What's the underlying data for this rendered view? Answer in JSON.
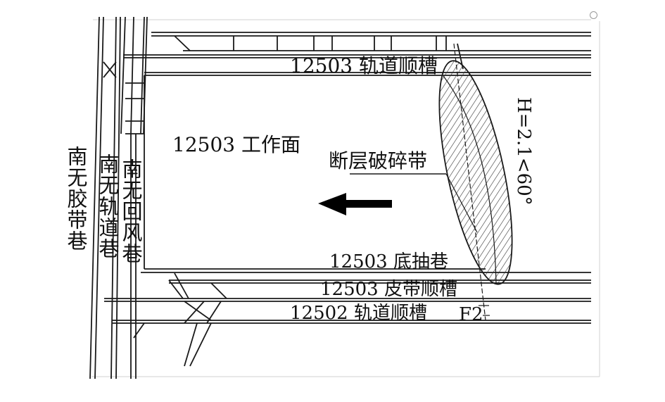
{
  "labels": {
    "track_trough": "12503 轨道顺槽",
    "working_face": "12503 工作面",
    "fault_zone": "断层破碎带",
    "fault_angle": "H=2.1<60°",
    "bottom_roadway": "12503 底抽巷",
    "belt_trough": "12503 皮带顺槽",
    "track_trough_12502": "12502 轨道顺槽",
    "fault_name": "F2"
  },
  "roadways": {
    "belt_alley": "南无胶带巷",
    "track_alley": "南无轨道巷",
    "return_alley": "南无回风巷"
  },
  "colors": {
    "line": "#1a1a1a",
    "hatch": "#333333",
    "arrow": "#000000"
  }
}
